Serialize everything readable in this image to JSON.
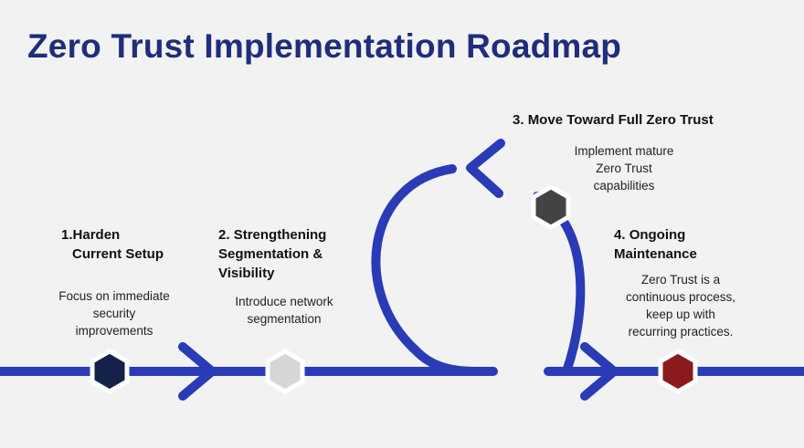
{
  "title": "Zero Trust Implementation Roadmap",
  "colors": {
    "path": "#2a3bb7",
    "background": "#f2f2f3",
    "title": "#1f2d7a",
    "step1_marker": "#14214b",
    "step2_marker": "#d6d6d6",
    "step3_marker": "#444244",
    "step4_marker": "#8c1a1c"
  },
  "steps": [
    {
      "number": "1.",
      "title_lines": [
        "Harden",
        "Current Setup"
      ],
      "description_lines": [
        "Focus on immediate",
        "security",
        "improvements"
      ]
    },
    {
      "number": "2.",
      "title_lines": [
        "Strengthening",
        "Segmentation &",
        "Visibility"
      ],
      "description_lines": [
        "Introduce network",
        "segmentation"
      ]
    },
    {
      "number": "3.",
      "title_lines": [
        "Move Toward Full Zero Trust"
      ],
      "description_lines": [
        "Implement mature",
        "Zero Trust",
        "capabilities"
      ]
    },
    {
      "number": "4.",
      "title_lines": [
        "Ongoing",
        "Maintenance"
      ],
      "description_lines": [
        "Zero Trust is a",
        "continuous process,",
        "keep up with",
        "recurring practices."
      ]
    }
  ]
}
